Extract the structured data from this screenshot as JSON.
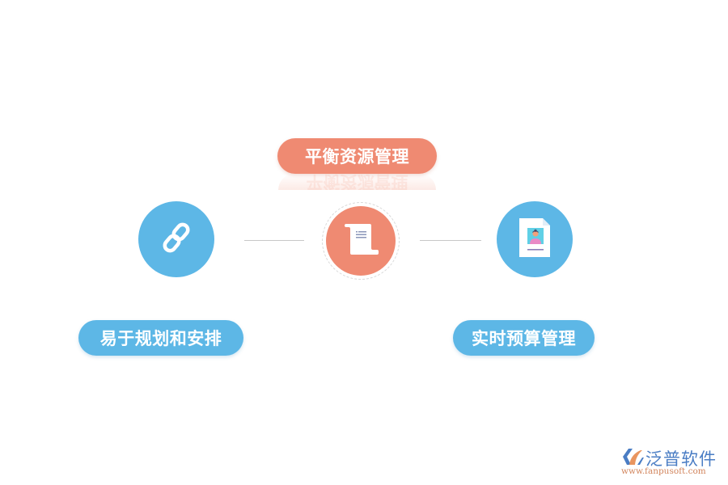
{
  "diagram": {
    "center": {
      "label": "平衡资源管理",
      "icon": "scroll-document-icon",
      "color": "#ef8a72"
    },
    "left": {
      "label": "易于规划和安排",
      "icon": "chain-link-icon",
      "color": "#5db7e6"
    },
    "right": {
      "label": "实时预算管理",
      "icon": "profile-document-icon",
      "color": "#5db7e6"
    },
    "connectors": [
      "left-to-center",
      "center-to-right"
    ]
  },
  "brand": {
    "name": "泛普软件",
    "url": "www.fanpusoft.com",
    "colors": {
      "name": "#4a7dc4",
      "url": "#d2855d"
    }
  }
}
